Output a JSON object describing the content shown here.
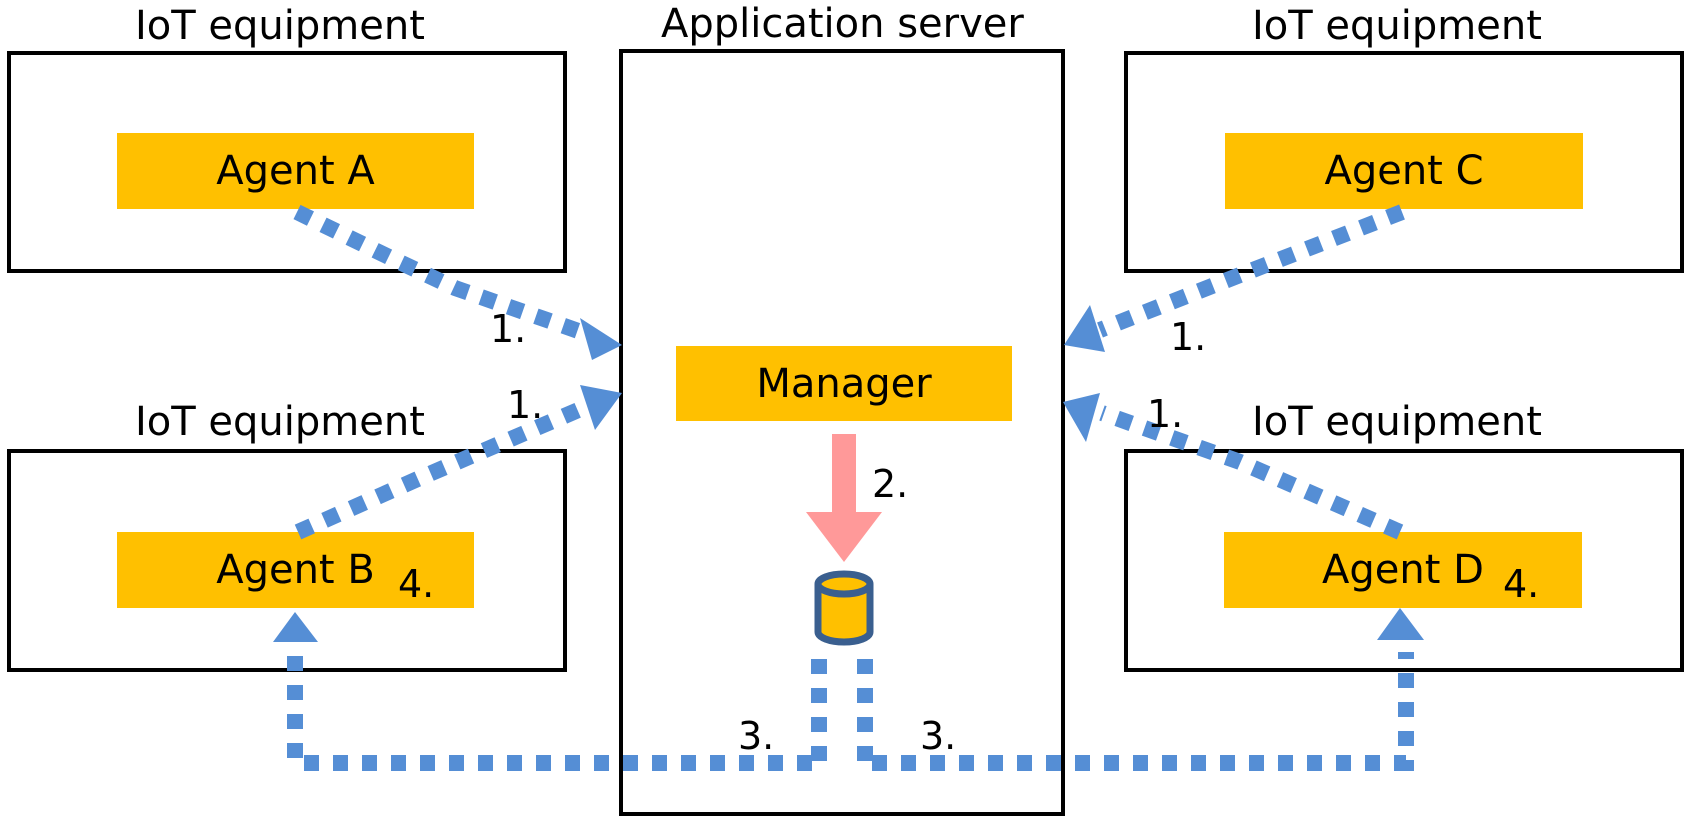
{
  "colors": {
    "agent_fill": "#FFC000",
    "flow_blue": "#558ED5",
    "arrow_pink": "#FF9999",
    "db_outline": "#3A5F8F",
    "border": "#000000"
  },
  "equipment": [
    {
      "title": "IoT equipment",
      "agent": "Agent A"
    },
    {
      "title": "IoT equipment",
      "agent": "Agent B",
      "step": "4."
    },
    {
      "title": "IoT equipment",
      "agent": "Agent C"
    },
    {
      "title": "IoT equipment",
      "agent": "Agent D",
      "step": "4."
    }
  ],
  "server": {
    "title": "Application server",
    "manager": "Manager",
    "database_icon": "database-icon"
  },
  "steps": {
    "one": "1.",
    "two": "2.",
    "three": "3."
  }
}
